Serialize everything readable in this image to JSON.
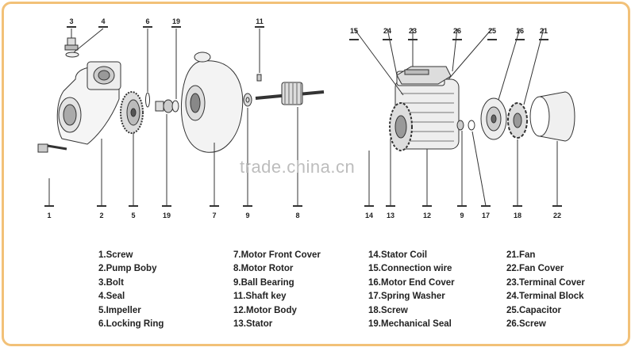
{
  "watermark": "trade.china.cn",
  "callouts_top": [
    "3",
    "4",
    "6",
    "19",
    "11",
    "15",
    "24",
    "23",
    "26",
    "25",
    "16",
    "21"
  ],
  "callouts_bottom": [
    "1",
    "2",
    "5",
    "19",
    "7",
    "9",
    "8",
    "14",
    "13",
    "12",
    "9",
    "17",
    "18",
    "22"
  ],
  "legend": {
    "col1": [
      "1.Screw",
      "2.Pump Boby",
      "3.Bolt",
      "4.Seal",
      "5.Impeller",
      "6.Locking Ring"
    ],
    "col2": [
      "7.Motor Front Cover",
      "8.Motor Rotor",
      "9.Ball Bearing",
      "11.Shaft key",
      "12.Motor Body",
      "13.Stator"
    ],
    "col3": [
      "14.Stator Coil",
      "15.Connection wire",
      "16.Motor End Cover",
      "17.Spring Washer",
      "18.Screw",
      "19.Mechanical Seal"
    ],
    "col4": [
      "21.Fan",
      "22.Fan Cover",
      "23.Terminal Cover",
      "24.Terminal Block",
      "25.Capacitor",
      "26.Screw"
    ]
  }
}
